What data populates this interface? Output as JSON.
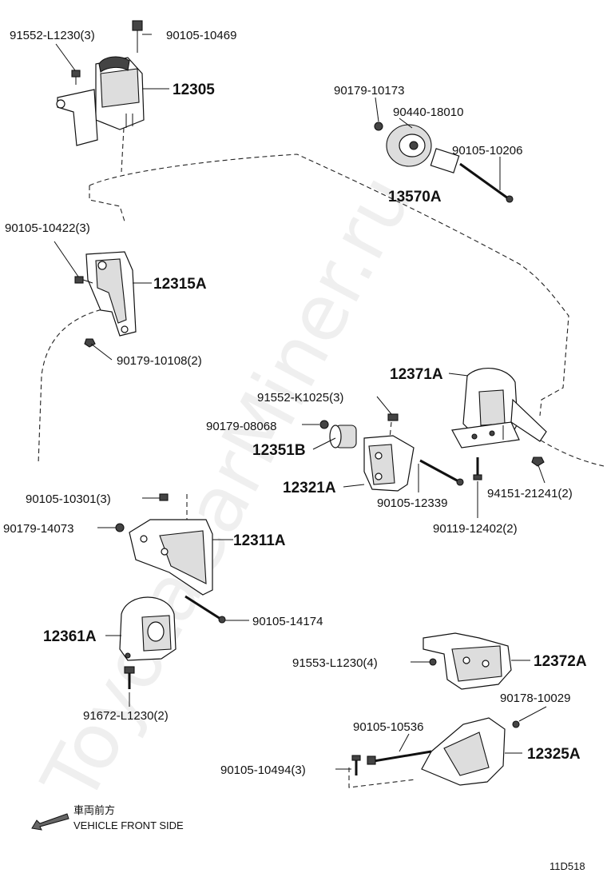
{
  "watermark": "ToyotaCarMiner.ru",
  "diagram_code": "11D518",
  "direction": {
    "japanese": "車両前方",
    "english": "VEHICLE FRONT SIDE"
  },
  "labels": {
    "l_91552_L1230": "91552-L1230(3)",
    "l_90105_10469": "90105-10469",
    "l_12305": "12305",
    "l_90179_10173": "90179-10173",
    "l_90440_18010": "90440-18010",
    "l_90105_10206": "90105-10206",
    "l_13570A": "13570A",
    "l_90105_10422": "90105-10422(3)",
    "l_12315A": "12315A",
    "l_90179_10108": "90179-10108(2)",
    "l_12371A": "12371A",
    "l_91552_K1025": "91552-K1025(3)",
    "l_90179_08068": "90179-08068",
    "l_12351B": "12351B",
    "l_12321A": "12321A",
    "l_90105_12339": "90105-12339",
    "l_94151_21241": "94151-21241(2)",
    "l_90119_12402": "90119-12402(2)",
    "l_90105_10301": "90105-10301(3)",
    "l_90179_14073": "90179-14073",
    "l_12311A": "12311A",
    "l_90105_14174": "90105-14174",
    "l_12361A": "12361A",
    "l_91672_L1230": "91672-L1230(2)",
    "l_91553_L1230": "91553-L1230(4)",
    "l_12372A": "12372A",
    "l_90178_10029": "90178-10029",
    "l_90105_10536": "90105-10536",
    "l_12325A": "12325A",
    "l_90105_10494": "90105-10494(3)"
  }
}
